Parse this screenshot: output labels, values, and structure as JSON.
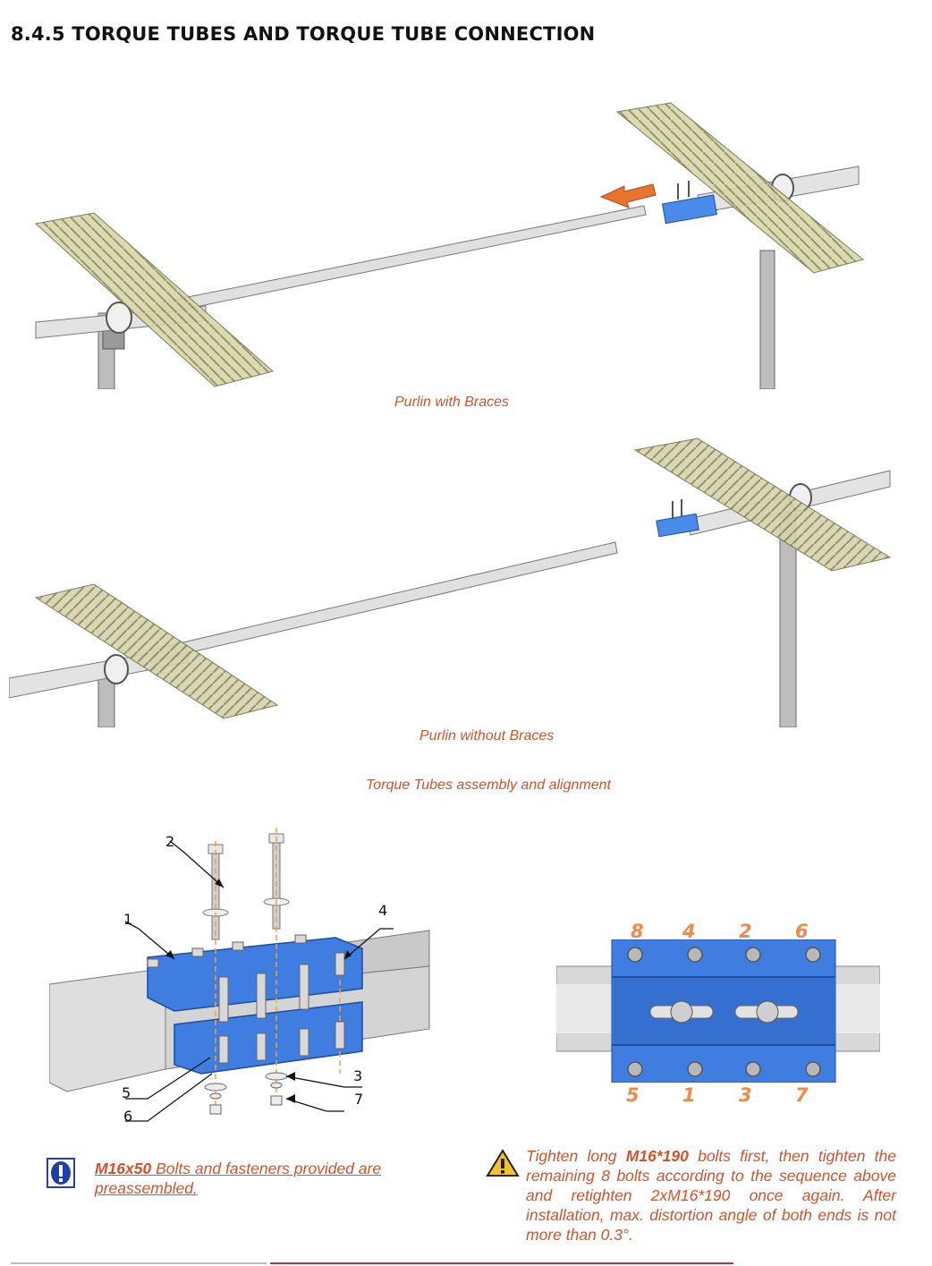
{
  "page": {
    "section_title": "8.4.5  TORQUE TUBES AND TORQUE TUBE CONNECTION",
    "colors": {
      "caption": "#d2522a",
      "part_blue": "#3f7de0",
      "purlin": "#c9c79a",
      "tube": "#d8d8d8",
      "arrow": "#e8742f",
      "sequence_number": "#f08a4b"
    }
  },
  "figures": {
    "fig1_caption": "Purlin with Braces",
    "fig2_caption": "Purlin without Braces",
    "section_caption": "Torque Tubes assembly and alignment"
  },
  "exploded_view": {
    "callouts": [
      "1",
      "2",
      "3",
      "4",
      "5",
      "6",
      "7"
    ]
  },
  "tightening_sequence": {
    "top_row": [
      "8",
      "4",
      "2",
      "6"
    ],
    "bottom_row": [
      "5",
      "1",
      "3",
      "7"
    ]
  },
  "notes": {
    "info": {
      "icon": "info-exclamation-icon",
      "bold_part": "M16x50",
      "text_part": " Bolts and fasteners provided are preassembled."
    },
    "warning": {
      "icon": "warning-triangle-icon",
      "text_1": "Tighten long ",
      "bold_1": "M16*190",
      "text_2": " bolts first, then tighten the remaining 8 bolts according to the sequence above and retighten 2xM16*190 once again. After installation, max. distortion angle of both ends is not more than 0.3°."
    }
  }
}
